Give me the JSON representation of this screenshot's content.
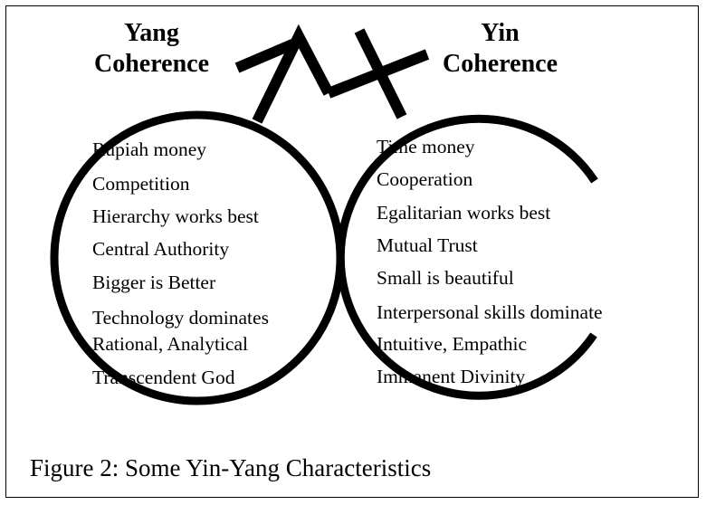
{
  "yang": {
    "title_line1": "Yang",
    "title_line2": "Coherence",
    "items": [
      "Rupiah money",
      "Competition",
      "Hierarchy works best",
      "Central Authority",
      "Bigger is Better",
      "Technology dominates",
      "Rational, Analytical",
      "Transcendent God"
    ]
  },
  "yin": {
    "title_line1": "Yin",
    "title_line2": "Coherence",
    "items": [
      "Time money",
      "Cooperation",
      "Egalitarian works best",
      "Mutual Trust",
      "Small is beautiful",
      "Interpersonal skills dominate",
      "Intuitive, Empathic",
      "Immanent Divinity"
    ]
  },
  "caption": "Figure 2: Some Yin-Yang Characteristics",
  "colors": {
    "stroke": "#000000",
    "background": "#ffffff"
  }
}
